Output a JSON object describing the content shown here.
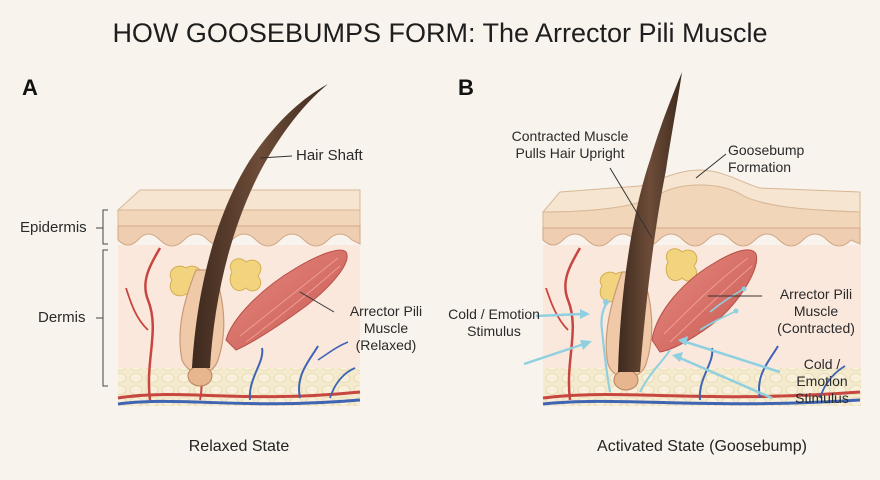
{
  "title": "HOW GOOSEBUMPS FORM: The Arrector Pili Muscle",
  "panels": [
    {
      "letter": "A",
      "caption": "Relaxed State",
      "labels": {
        "hair_shaft": "Hair Shaft",
        "muscle_line1": "Arrector Pili",
        "muscle_line2": "Muscle",
        "muscle_line3": "(Relaxed)"
      }
    },
    {
      "letter": "B",
      "caption": "Activated State (Goosebump)",
      "labels": {
        "contracted_line1": "Contracted Muscle",
        "contracted_line2": "Pulls Hair Upright",
        "goosebump_line1": "Goosebump",
        "goosebump_line2": "Formation",
        "muscle_line1": "Arrector Pili",
        "muscle_line2": "Muscle",
        "muscle_line3": "(Contracted)",
        "stim_left_line1": "Cold / Emotion",
        "stim_left_line2": "Stimulus",
        "stim_right_line1": "Cold /",
        "stim_right_line2": "Emotion",
        "stim_right_line3": "Stimulus"
      }
    }
  ],
  "layers": {
    "epidermis": "Epidermis",
    "dermis": "Dermis"
  },
  "colors": {
    "background": "#f8f3ec",
    "epidermis": "#f1d8bd",
    "epidermis_top": "#f6e6d2",
    "dermis": "#fbe9df",
    "fat": "#f4ebcf",
    "hair": "#5a3e2e",
    "muscle": "#d9756c",
    "artery": "#c7463f",
    "vein": "#3f64b4",
    "gland": "#f2d37e",
    "stimulus": "#8fd0e0"
  }
}
